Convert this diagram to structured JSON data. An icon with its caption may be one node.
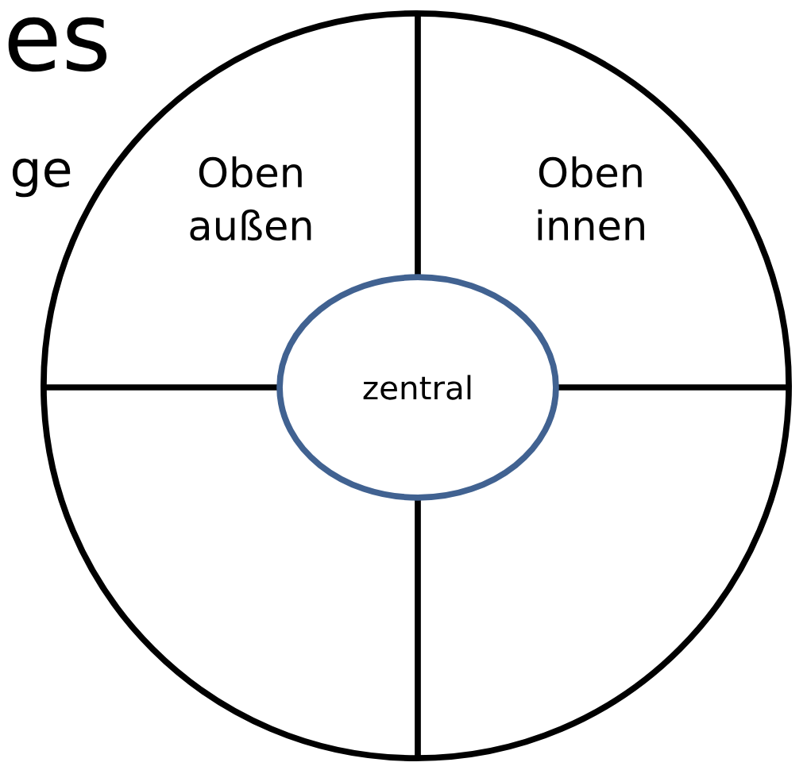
{
  "diagram": {
    "nodes": [
      {
        "text": [
          "Oben außen",
          "Oben innen"
        ]
      },
      {
        "text": [
          "zentral"
        ],
        "in": 0
      }
    ],
    "labels": [
      "es",
      "ge"
    ]
  }
}
